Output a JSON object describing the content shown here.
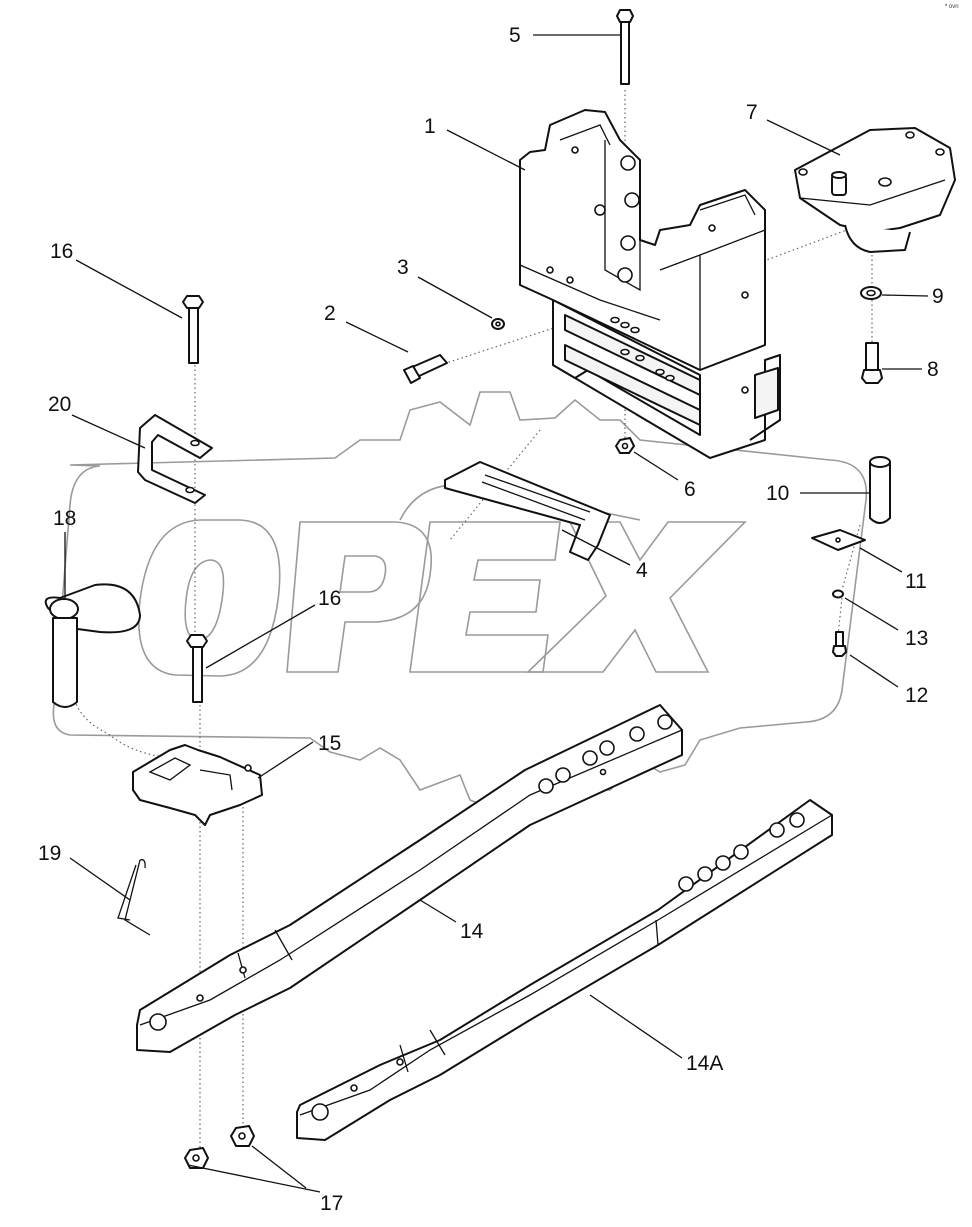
{
  "diagram": {
    "watermark": "OPEX",
    "corner_mark": "ª ovn",
    "callouts": [
      "1",
      "2",
      "3",
      "4",
      "5",
      "6",
      "7",
      "8",
      "9",
      "10",
      "11",
      "12",
      "13",
      "14",
      "14A",
      "15",
      "16",
      "16",
      "17",
      "18",
      "19",
      "20"
    ]
  }
}
